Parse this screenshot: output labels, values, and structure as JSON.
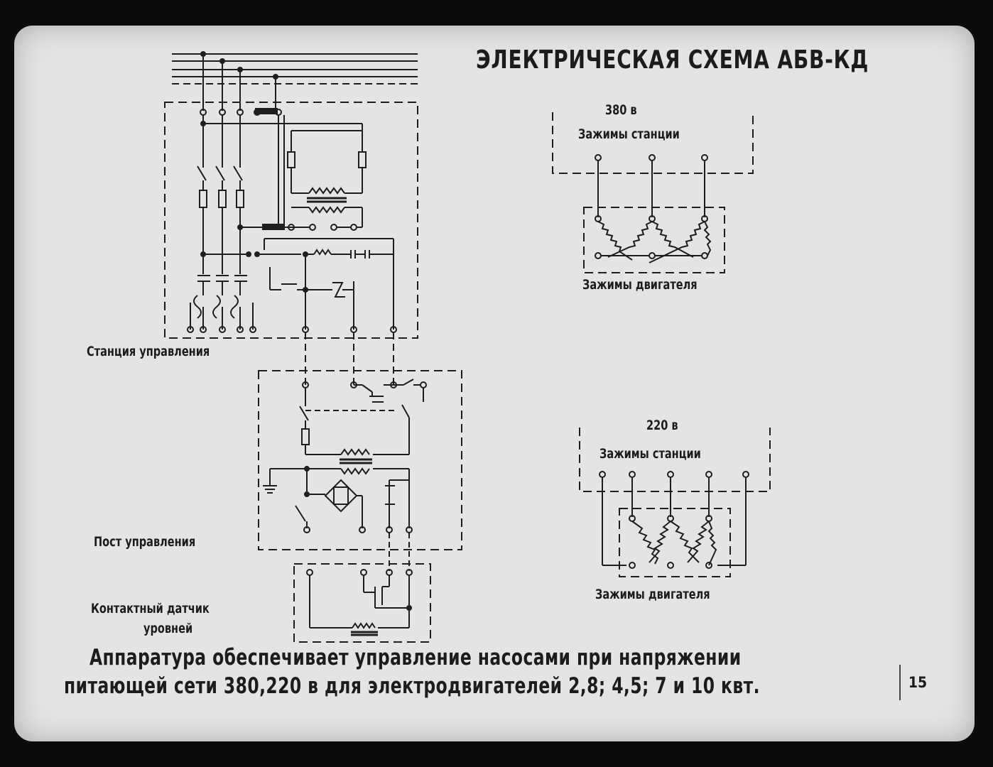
{
  "title": "ЭЛЕКТРИЧЕСКАЯ СХЕМА АБВ-КД",
  "sections": {
    "control_station": "Станция управления",
    "control_post": "Пост управления",
    "level_sensor_line1": "Контактный датчик",
    "level_sensor_line2": "уровней"
  },
  "wiring_380": {
    "voltage": "380 в",
    "station_terminals": "Зажимы станции",
    "motor_terminals": "Зажимы двигателя"
  },
  "wiring_220": {
    "voltage": "220 в",
    "station_terminals": "Зажимы станции",
    "motor_terminals": "Зажимы двигателя"
  },
  "caption": {
    "line1": "Аппаратура обеспечивает управление насосами при напряжении",
    "line2": "питающей сети 380,220 в для электродвигателей 2,8; 4,5; 7 и 10 квт."
  },
  "page_number": "15"
}
